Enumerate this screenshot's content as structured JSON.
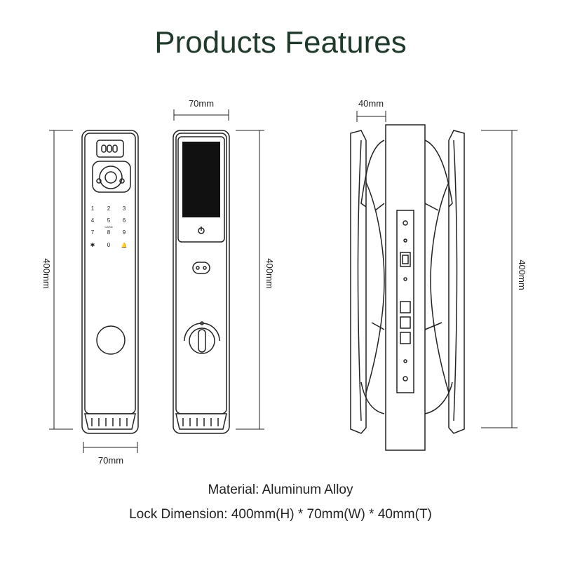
{
  "title": "Products Features",
  "dimensions": {
    "front_width": "70mm",
    "back_width": "70mm",
    "side_thickness": "40mm",
    "front_height": "400mm",
    "back_height": "400mm",
    "side_height": "400mm"
  },
  "keypad": {
    "keys": [
      "1",
      "2",
      "3",
      "4",
      "5",
      "6",
      "7",
      "8",
      "9",
      "✱",
      "0",
      "🔔"
    ],
    "small_label": "CARD"
  },
  "specs": {
    "material": "Material: Aluminum Alloy",
    "dimension": "Lock Dimension: 400mm(H) * 70mm(W) * 40mm(T)"
  },
  "colors": {
    "title": "#1f3a2b",
    "line": "#222222",
    "screen": "#111111"
  }
}
